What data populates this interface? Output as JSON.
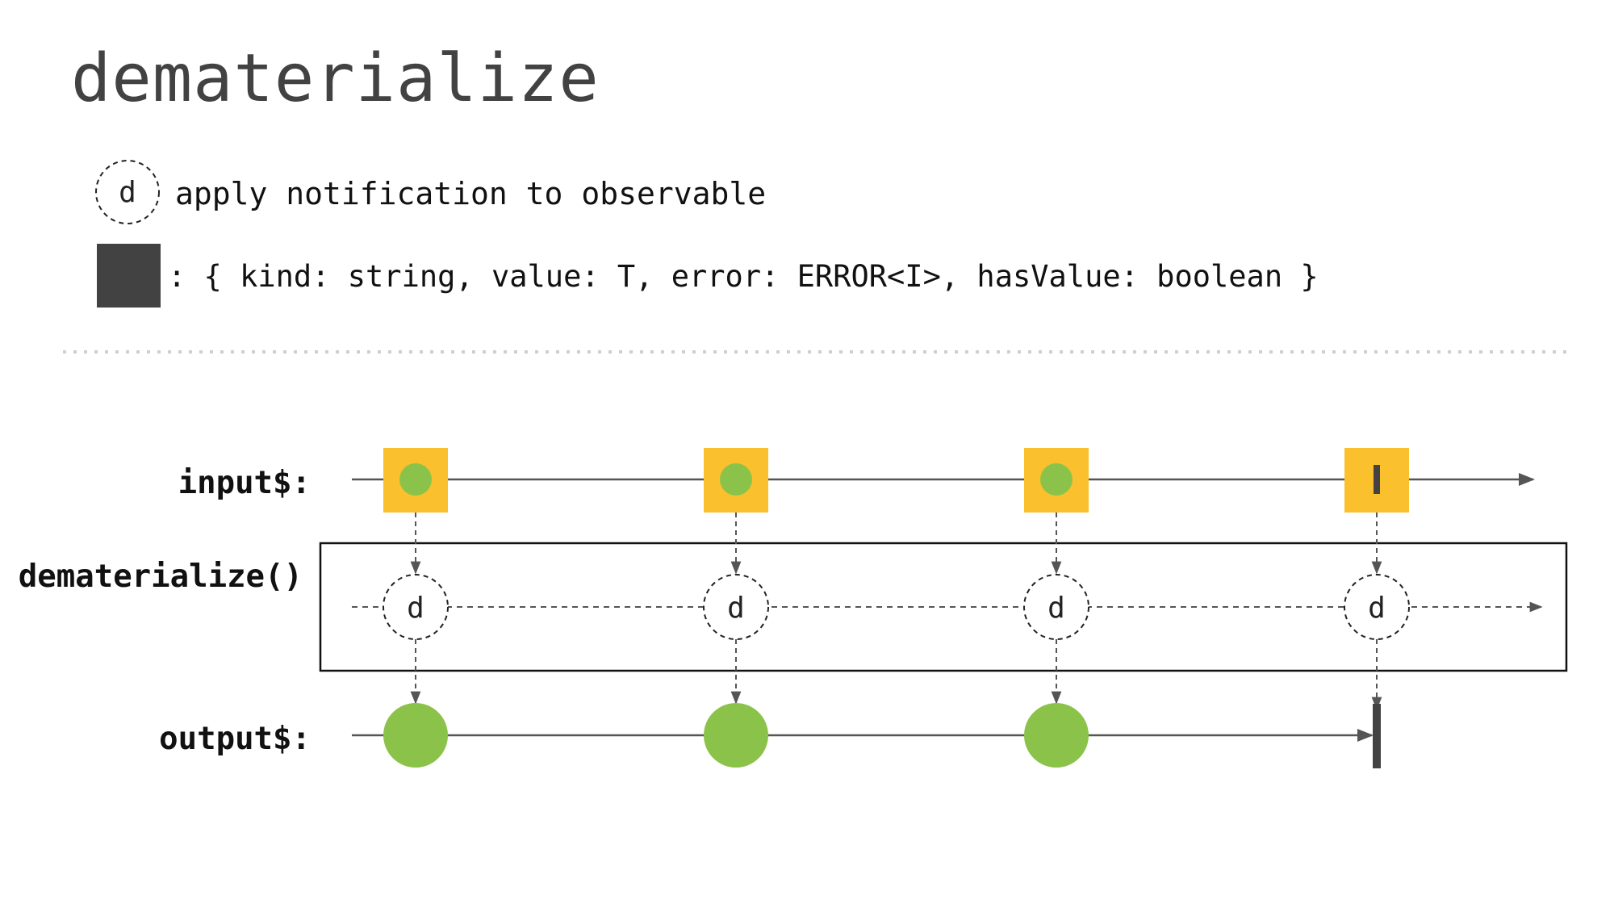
{
  "title": "dematerialize",
  "legend": {
    "operator_symbol": "d",
    "operator_desc": "apply notification to observable",
    "notification_desc": ": { kind: string, value: T, error: ERROR<I>, hasValue: boolean }"
  },
  "streams": {
    "input_label": "input$:",
    "operator_label": "dematerialize()",
    "operator_symbol": "d",
    "output_label": "output$:"
  },
  "events": [
    {
      "kind": "next"
    },
    {
      "kind": "next"
    },
    {
      "kind": "next"
    },
    {
      "kind": "complete"
    }
  ],
  "colors": {
    "notification": "#FBC02D",
    "value": "#8BC34A",
    "dark": "#424242",
    "line": "#555555"
  }
}
